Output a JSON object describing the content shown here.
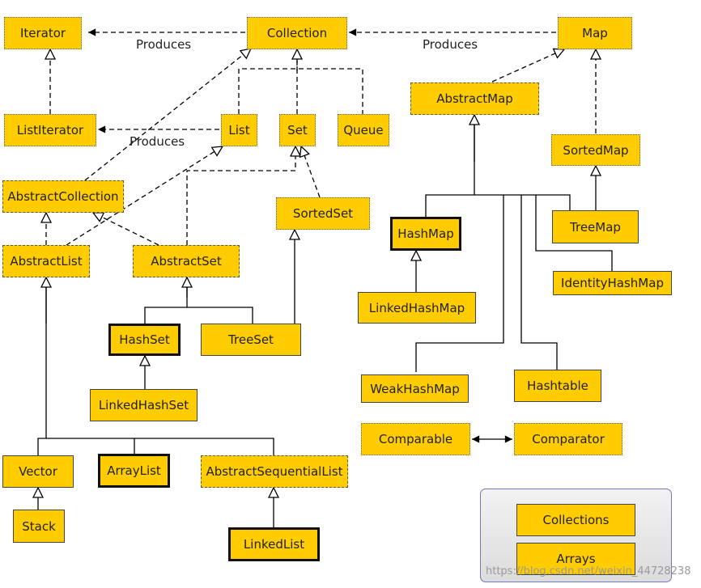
{
  "labels": {
    "iterator": "Iterator",
    "collection": "Collection",
    "map": "Map",
    "abstract_map": "AbstractMap",
    "list_iterator": "ListIterator",
    "list": "List",
    "set": "Set",
    "queue": "Queue",
    "sorted_map": "SortedMap",
    "abstract_collection": "AbstractCollection",
    "sorted_set": "SortedSet",
    "hash_map": "HashMap",
    "tree_map": "TreeMap",
    "abstract_list": "AbstractList",
    "abstract_set": "AbstractSet",
    "identity_hash_map": "IdentityHashMap",
    "linked_hash_map": "LinkedHashMap",
    "hash_set": "HashSet",
    "tree_set": "TreeSet",
    "weak_hash_map": "WeakHashMap",
    "hashtable": "Hashtable",
    "linked_hash_set": "LinkedHashSet",
    "comparable": "Comparable",
    "comparator": "Comparator",
    "vector": "Vector",
    "array_list": "ArrayList",
    "abstract_sequential_list": "AbstractSequentialList",
    "collections": "Collections",
    "stack": "Stack",
    "linked_list": "LinkedList",
    "arrays": "Arrays"
  },
  "edge_labels": {
    "produces_collection_iterator": "Produces",
    "produces_map_collection": "Produces",
    "produces_list_listiterator": "Produces"
  },
  "watermark": "https://blog.csdn.net/weixin_44728238",
  "colors": {
    "box_fill": "#ffcc00",
    "line": "#000000",
    "panel_border": "#7777bb"
  }
}
